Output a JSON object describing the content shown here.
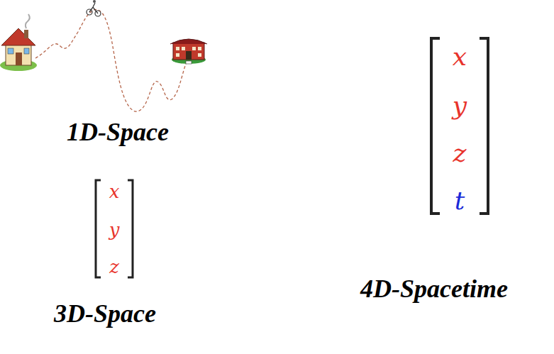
{
  "diagram": {
    "labels": [
      "1D-Space",
      "x",
      "y",
      "z",
      "3D-Space",
      "x",
      "y",
      "z",
      "t",
      "4D-Spacetime"
    ]
  }
}
